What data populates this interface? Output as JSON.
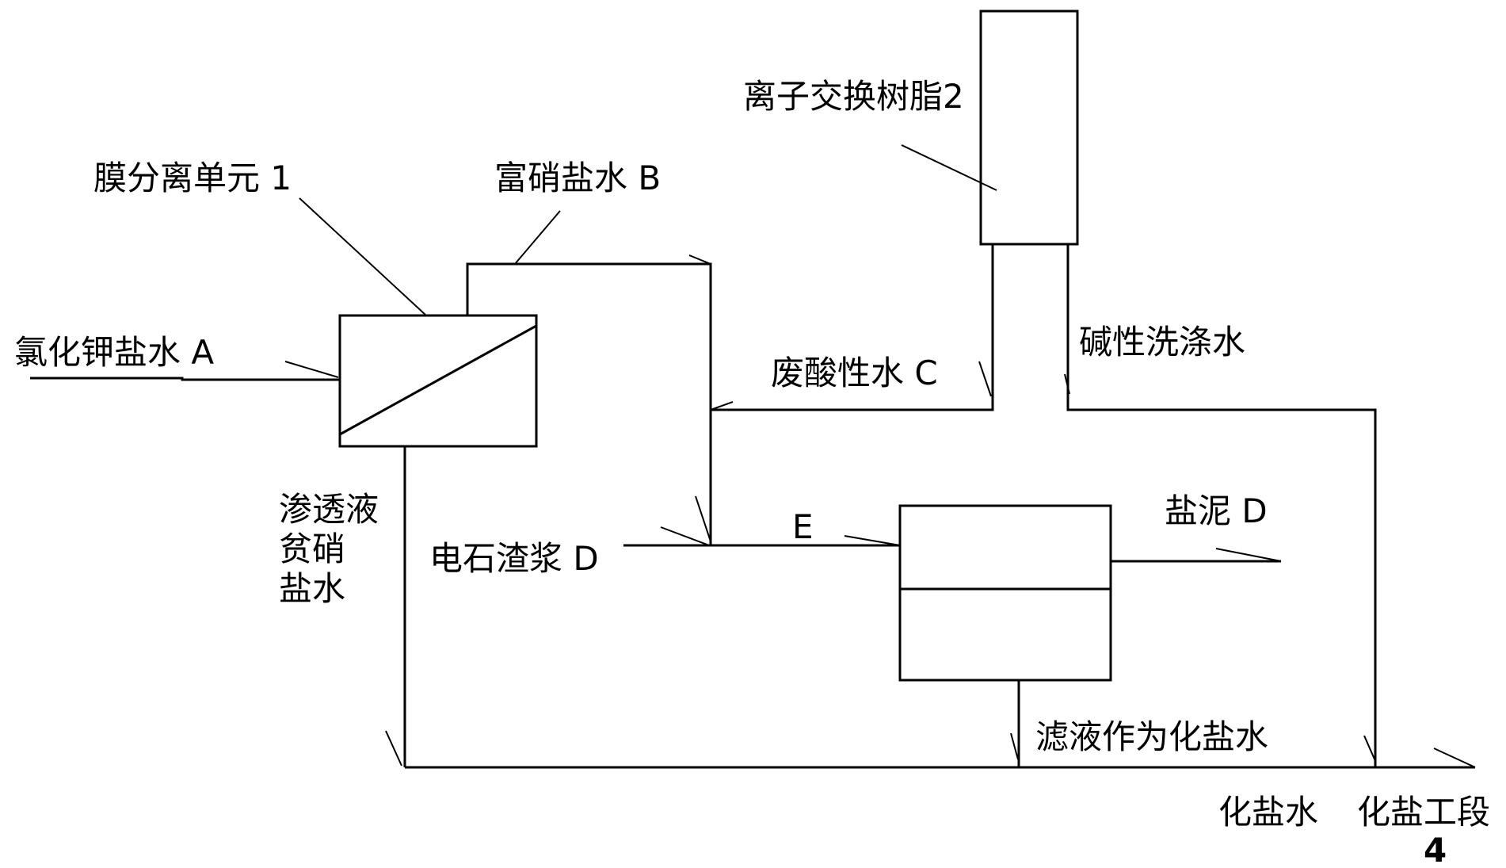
{
  "labels": {
    "membrane_unit": "膜分离单元 1",
    "ion_exchange_resin": "离子交换树脂2",
    "kcl_brine": "氯化钾盐水 A",
    "nitrate_rich_brine": "富硝盐水 B",
    "waste_acid_water": "废酸性水 C",
    "alkaline_wash_water": "碱性洗涤水",
    "permeate_line1": "渗透液",
    "permeate_line2": "贫硝",
    "permeate_line3": "盐水",
    "carbide_slag": "电石渣浆 D",
    "point_e": "E",
    "salt_mud": "盐泥 D",
    "filtrate": "滤液作为化盐水",
    "dissolving_water": "化盐水",
    "dissolving_section": "化盐工段",
    "dissolving_section_num": "4"
  }
}
